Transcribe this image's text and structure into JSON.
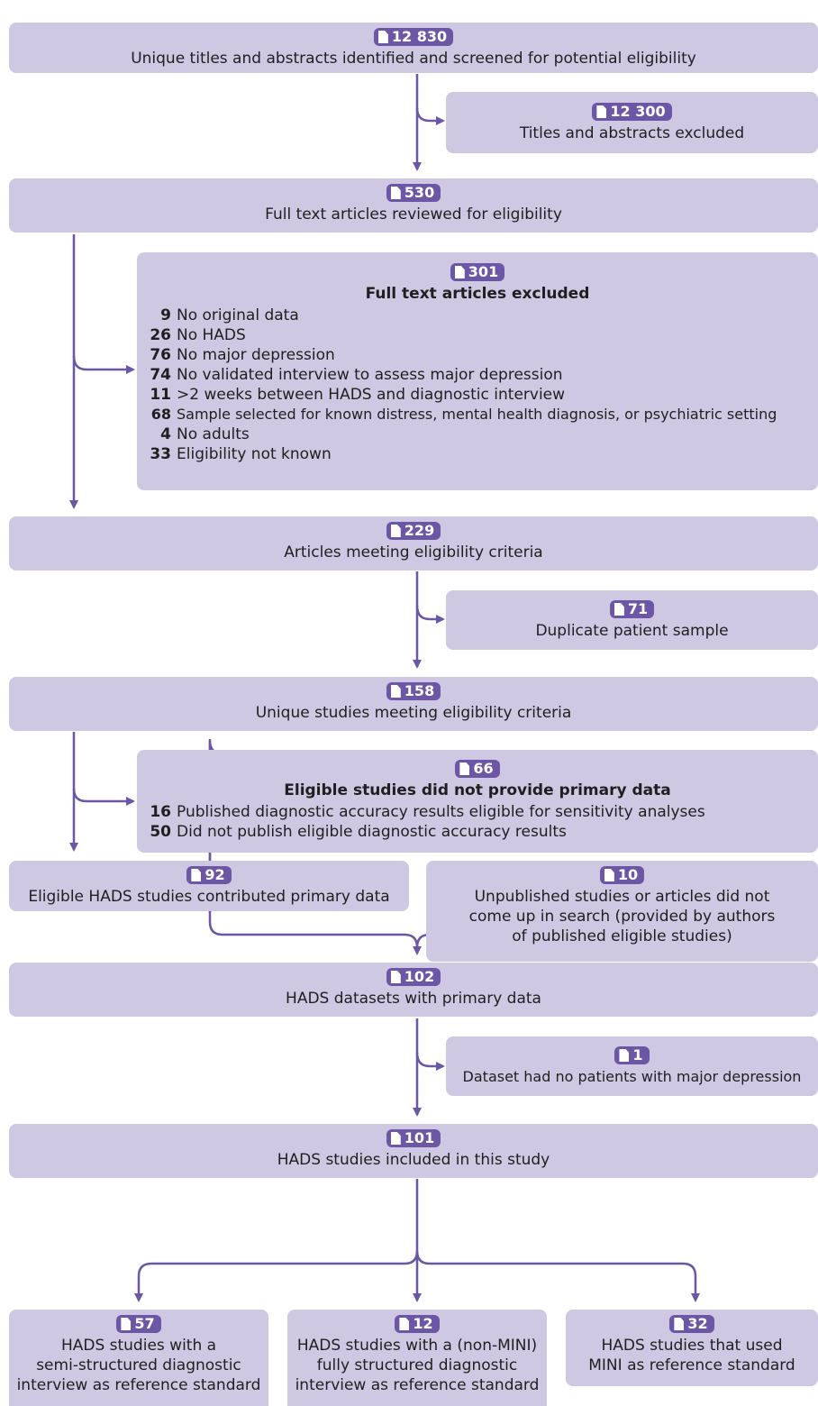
{
  "boxes": {
    "identified": {
      "count": "12 830",
      "label": "Unique titles and abstracts identified and screened for potential eligibility"
    },
    "excluded_titles": {
      "count": "12 300",
      "label": "Titles and abstracts excluded"
    },
    "full_text": {
      "count": "530",
      "label": "Full text articles reviewed for eligibility"
    },
    "full_text_excluded": {
      "count": "301",
      "title": "Full text articles excluded",
      "reasons": [
        {
          "n": "9",
          "text": "No original data"
        },
        {
          "n": "26",
          "text": "No HADS"
        },
        {
          "n": "76",
          "text": "No major depression"
        },
        {
          "n": "74",
          "text": "No validated interview to assess major depression"
        },
        {
          "n": "11",
          "text": ">2 weeks between HADS and diagnostic interview"
        },
        {
          "n": "68",
          "text": "Sample selected for known distress, mental health diagnosis, or psychiatric setting"
        },
        {
          "n": "4",
          "text": "No adults"
        },
        {
          "n": "33",
          "text": "Eligibility not known"
        }
      ]
    },
    "meeting_criteria": {
      "count": "229",
      "label": "Articles meeting eligibility criteria"
    },
    "duplicate": {
      "count": "71",
      "label": "Duplicate patient sample"
    },
    "unique_studies": {
      "count": "158",
      "label": "Unique studies meeting eligibility criteria"
    },
    "no_primary": {
      "count": "66",
      "title": "Eligible studies did not provide primary data",
      "reasons": [
        {
          "n": "16",
          "text": "Published diagnostic accuracy results eligible for sensitivity analyses"
        },
        {
          "n": "50",
          "text": "Did not publish eligible diagnostic accuracy results"
        }
      ]
    },
    "contributed": {
      "count": "92",
      "label": "Eligible HADS studies contributed primary data"
    },
    "unpublished": {
      "count": "10",
      "lines": [
        "Unpublished studies or articles did not",
        "come up in search (provided by authors",
        "of published eligible studies)"
      ]
    },
    "datasets": {
      "count": "102",
      "label": "HADS datasets with primary data"
    },
    "no_patients": {
      "count": "1",
      "label": "Dataset had no patients with major depression"
    },
    "included": {
      "count": "101",
      "label": "HADS studies included in this study"
    },
    "semi": {
      "count": "57",
      "lines": [
        "HADS studies with a",
        "semi-structured diagnostic",
        "interview as reference standard"
      ]
    },
    "fully": {
      "count": "12",
      "lines": [
        "HADS studies with a (non-MINI)",
        "fully structured diagnostic",
        "interview as reference standard"
      ]
    },
    "mini": {
      "count": "32",
      "lines": [
        "HADS studies that used",
        "MINI as reference standard"
      ]
    }
  },
  "colors": {
    "box_fill": "#cec8e3",
    "badge_fill": "#6b57a6",
    "arrow": "#6b57a6"
  },
  "icons": {
    "badge_icon": "document-icon"
  }
}
